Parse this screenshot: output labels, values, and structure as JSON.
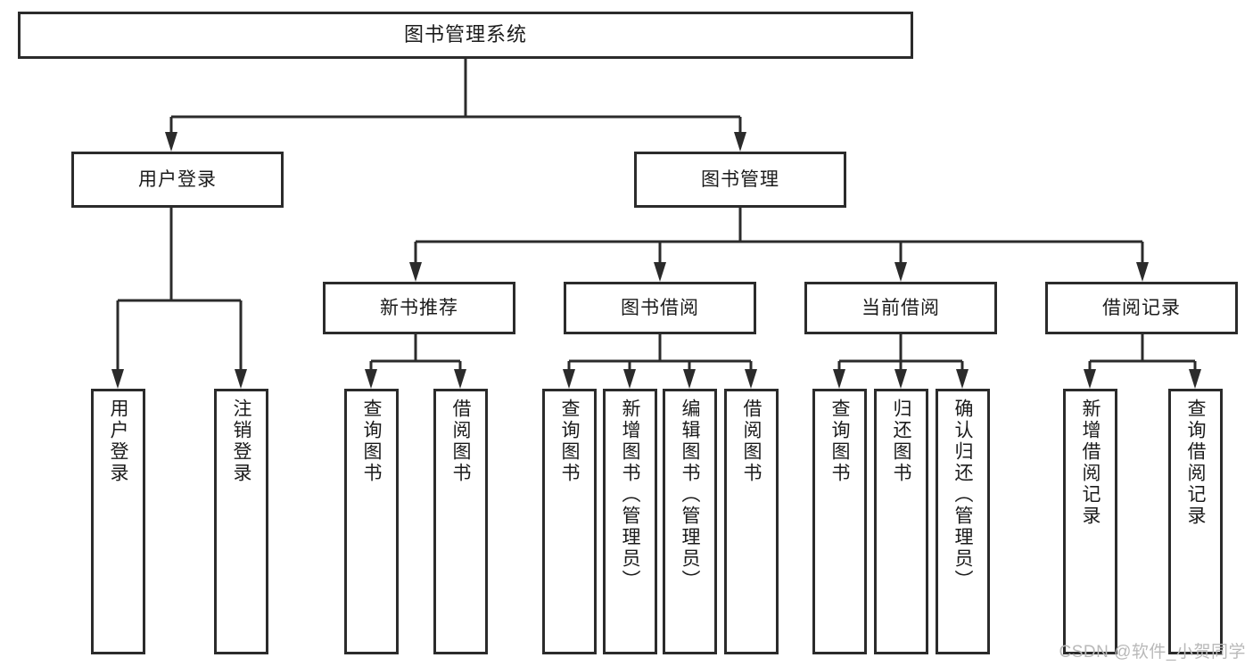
{
  "diagram": {
    "type": "tree-hierarchy-chart",
    "title": "图书管理系统",
    "background_color": "#ffffff",
    "line_color": "#2b2b2b",
    "text_color": "#1b1b1b"
  },
  "nodes": {
    "root": {
      "label": "图书管理系统",
      "level": 1
    },
    "level2": [
      {
        "id": "user-login",
        "label": "用户登录"
      },
      {
        "id": "book-management",
        "label": "图书管理"
      }
    ],
    "level3": [
      {
        "id": "new-book-recommend",
        "label": "新书推荐",
        "parent": "book-management"
      },
      {
        "id": "book-borrow",
        "label": "图书借阅",
        "parent": "book-management"
      },
      {
        "id": "current-borrow",
        "label": "当前借阅",
        "parent": "book-management"
      },
      {
        "id": "borrow-record",
        "label": "借阅记录",
        "parent": "book-management"
      }
    ],
    "leaves": [
      {
        "id": "leaf-user-login",
        "label": "用户登录",
        "parent": "user-login"
      },
      {
        "id": "leaf-logout-login",
        "label": "注销登录",
        "parent": "user-login"
      },
      {
        "id": "leaf-query-book-1",
        "label": "查询图书",
        "parent": "new-book-recommend"
      },
      {
        "id": "leaf-borrow-book-1",
        "label": "借阅图书",
        "parent": "new-book-recommend"
      },
      {
        "id": "leaf-query-book-2",
        "label": "查询图书",
        "parent": "book-borrow"
      },
      {
        "id": "leaf-add-book",
        "label": "新增图书（管理员）",
        "parent": "book-borrow"
      },
      {
        "id": "leaf-edit-book",
        "label": "编辑图书（管理员）",
        "parent": "book-borrow"
      },
      {
        "id": "leaf-borrow-book-2",
        "label": "借阅图书",
        "parent": "book-borrow"
      },
      {
        "id": "leaf-query-book-3",
        "label": "查询图书",
        "parent": "current-borrow"
      },
      {
        "id": "leaf-return-book",
        "label": "归还图书",
        "parent": "current-borrow"
      },
      {
        "id": "leaf-confirm-return",
        "label": "确认归还（管理员）",
        "parent": "current-borrow"
      },
      {
        "id": "leaf-add-borrow-record",
        "label": "新增借阅记录",
        "parent": "borrow-record"
      },
      {
        "id": "leaf-query-borrow-record",
        "label": "查询借阅记录",
        "parent": "borrow-record"
      }
    ]
  },
  "watermark": {
    "text": "CSDN @软件_小贺同学"
  }
}
